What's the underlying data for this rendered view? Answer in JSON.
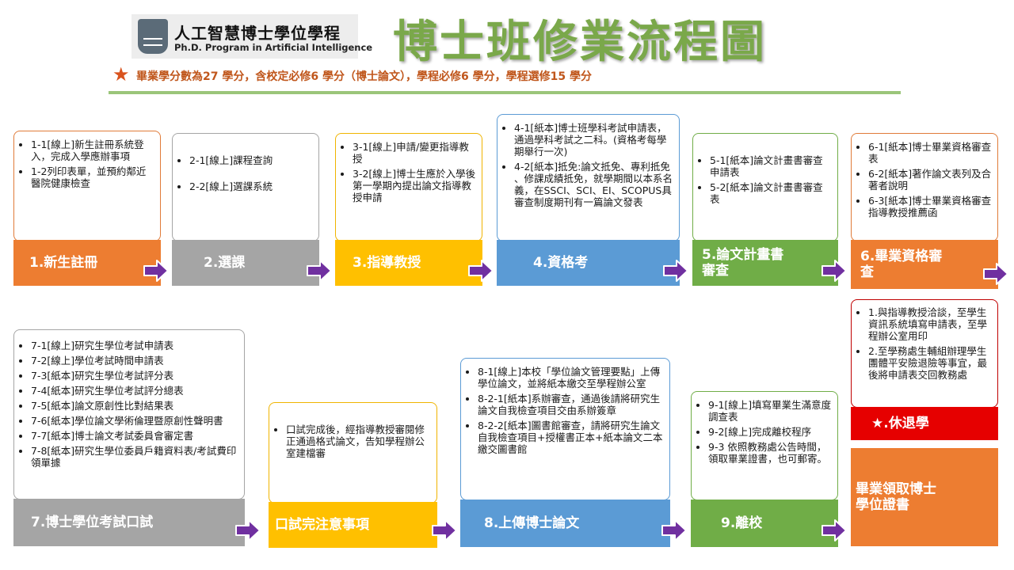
{
  "header": {
    "logo_zh": "人工智慧博士學位學程",
    "logo_en": "Ph.D. Program in Artificial Intelligence",
    "title": "博士班修業流程圖",
    "star_icon": "★",
    "credit_note": "畢業學分數為27 學分，含校定必修6 學分（博士論文），學程必修6 學分，學程選修15 學分"
  },
  "colors": {
    "orange": "#ED7D31",
    "gray": "#A5A5A5",
    "yellow": "#FFC000",
    "blue": "#5B9BD5",
    "green": "#70AD47",
    "red": "#E60000",
    "arrow": "#7030A0"
  },
  "arrow_icon": "purple-right-arrow-icon",
  "steps": {
    "s1": {
      "label": "1.新生註冊",
      "items": [
        "1-1[線上]新生註冊系統登入，完成入學應辦事項",
        "1-2列印表單，並預約鄰近醫院健康檢查"
      ]
    },
    "s2": {
      "label": "2.選課",
      "items": [
        "2-1[線上]課程查詢",
        "2-2[線上]選課系統"
      ]
    },
    "s3": {
      "label": "3.指導教授",
      "items": [
        "3-1[線上]申請/變更指導教授",
        "3-2[線上]博士生應於入學後第一學期內提出論文指導教授申請"
      ]
    },
    "s4": {
      "label": "4.資格考",
      "items": [
        "4-1[紙本]博士班學科考試申請表，通過學科考試之二科。(資格考每學期舉行一次)",
        "4-2[紙本]抵免:論文抵免、專利抵免 、修課成績抵免，就學期間以本系名義，在SSCI、SCI、EI、SCOPUS具審查制度期刊有一篇論文發表"
      ]
    },
    "s5": {
      "label": "5.論文計畫書\n審查",
      "items": [
        "5-1[紙本]論文計畫書審查申請表",
        "5-2[紙本]論文計畫書審查表"
      ]
    },
    "s6": {
      "label": "6.畢業資格審\n查",
      "items": [
        "6-1[紙本]博士畢業資格審查表",
        "6-2[紙本]著作論文表列及合著者說明",
        "6-3[紙本]博士畢業資格審查指導教授推薦函"
      ]
    },
    "s7": {
      "label": "7.博士學位考試口試",
      "items": [
        "7-1[線上]研究生學位考試申請表",
        "7-2[線上]學位考試時間申請表",
        "7-3[紙本]研究生學位考試評分表",
        "7-4[紙本]研究生學位考試評分總表",
        "7-5[紙本]論文原創性比對結果表",
        "7-6[紙本]學位論文學術倫理暨原創性聲明書",
        "7-7[紙本]博士論文考試委員會審定書",
        "7-8[紙本]研究生學位委員戶籍資料表/考試費印領單據"
      ]
    },
    "s7b": {
      "label": "口試完注意事項",
      "items": [
        "口試完成後，經指導教授審閱修正通過格式論文，告知學程辦公室建檔審"
      ]
    },
    "s8": {
      "label": "8.上傳博士論文",
      "items": [
        "8-1[線上]本校「學位論文管理要點」上傳學位論文，並將紙本繳交至學程辦公室",
        "8-2-1[紙本]系辦審查，通過後請將研究生論文自我檢查項目交由系辦簽章",
        "8-2-2[紙本]圖書館審查，請將研究生論文自我檢查項目+授權書正本+紙本論文二本繳交圖書館"
      ]
    },
    "s9": {
      "label": "9.離校",
      "items": [
        "9-1[線上]填寫畢業生滿意度調查表",
        "9-2[線上]完成離校程序",
        "9-3 依照教務處公告時間，領取畢業證書，也可郵寄。"
      ]
    },
    "withdraw": {
      "label": "★.休退學",
      "items": [
        "1.與指導教授洽談，至學生資訊系統填寫申請表，至學程辦公室用印",
        "2.至學務處生輔組辦理學生團體平安險退險等事宜，最後將申請表交回教務處"
      ]
    },
    "final": {
      "label": "畢業領取博士\n學位證書"
    }
  }
}
